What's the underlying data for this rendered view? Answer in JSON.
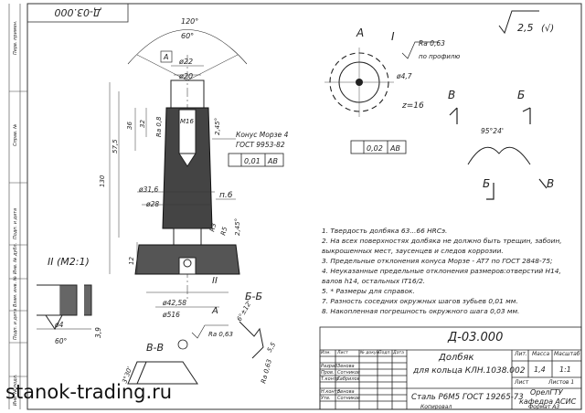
{
  "designation": "Д-03.000",
  "designation_mirror": "Д-03.000",
  "surface_finish": {
    "value": "2,5",
    "extra": "(√)"
  },
  "side_labels": [
    "Перв. примен.",
    "Справ. №",
    "Подп. и дата",
    "Инв. № дубл.",
    "Взам. инв. №",
    "Подп. и дата",
    "Инв. № подл."
  ],
  "views": {
    "A": "A",
    "I": "I",
    "II": "II (M2:1)",
    "B": "B",
    "BB": "Б",
    "BB_section": "Б-Б",
    "VV_section": "В-В",
    "VV_mark": "В",
    "BB_mark": "Б",
    "A_mark": "A",
    "II_mark": "II",
    "p6": "п.6"
  },
  "dims": {
    "angle120": "120°",
    "angle60": "60°",
    "d22": "ø22",
    "d20": "ø20",
    "ra08": "Ra 0,8",
    "m16": "M16",
    "d36": "36",
    "d32": "32",
    "d575": "57,5",
    "d130": "130",
    "d12": "12",
    "d245a": "2,45°",
    "d245b": "2,45°",
    "d316": "ø31,6",
    "d28": "ø28",
    "r3": "R3",
    "r5": "R5",
    "d4258": "ø42,58",
    "d516": "ø516",
    "d4": "ø4",
    "a60": "60°",
    "d39": "3,9",
    "d47": "ø4,7",
    "z16": "z=16",
    "a9524": "95°24'",
    "a612": "6°±12'",
    "a330": "3°30'",
    "d55": "5,5",
    "ra063_right": "Ra 0,63",
    "ra063_mid": "Ra 0,63",
    "ra063_profile": "Ra 0,63",
    "po_profile": "по профилю"
  },
  "cone": {
    "line1": "Конус Морзе 4",
    "line2": "ГОСТ 9953-82"
  },
  "tolerances": [
    {
      "value": "0,01",
      "base": "AB"
    },
    {
      "value": "0,02",
      "base": "AB"
    }
  ],
  "notes": [
    "1. Твердость долбяка 63...66 HRCэ.",
    "2. На всех поверхностях долбяка не должно быть трещин, забоин,",
    "   выкрошенных мест, заусенцев и следов коррозии.",
    "3. Предельные отклонения конуса Морзе - AT7 по ГОСТ 2848-75;",
    "4. Неуказанные предельные отклонения размеров:отверстий H14,",
    "   валов h14, остальных IT16/2.",
    "5. * Размеры для справок.",
    "7. Разность соседних окружных шагов зубьев 0,01 мм.",
    "8. Накопленная погрешность окружного шага 0,03 мм."
  ],
  "title_block": {
    "name1": "Долбяк",
    "name2": "для кольца КЛН.1038.002",
    "material": "Сталь Р6М5 ГОСТ 19265-73",
    "lit_header": "Лит.",
    "mass_header": "Масса",
    "scale_header": "Масштаб",
    "mass": "1,4",
    "scale": "1:1",
    "sheet": "Лист",
    "sheets": "Листов 1",
    "org1": "ОрелГТУ",
    "org2": "кафедра АСИС",
    "copied": "Копировал",
    "format": "Формат  А3",
    "rows": [
      {
        "role": "Изм.",
        "name": "Лист",
        "doc": "№ докум.",
        "sign": "Подп.",
        "date": "Дата"
      },
      {
        "role": "Разраб.",
        "name": "Зенова",
        "doc": "",
        "sign": "",
        "date": ""
      },
      {
        "role": "Пров.",
        "name": "Сотников",
        "doc": "",
        "sign": "",
        "date": ""
      },
      {
        "role": "Т.контр.",
        "name": "Габрилов",
        "doc": "",
        "sign": "",
        "date": ""
      },
      {
        "role": "Н.контр.",
        "name": "Зенова",
        "doc": "",
        "sign": "",
        "date": ""
      },
      {
        "role": "Утв.",
        "name": "Сотников",
        "doc": "",
        "sign": "",
        "date": ""
      }
    ]
  },
  "watermark": "stanok-trading.ru"
}
